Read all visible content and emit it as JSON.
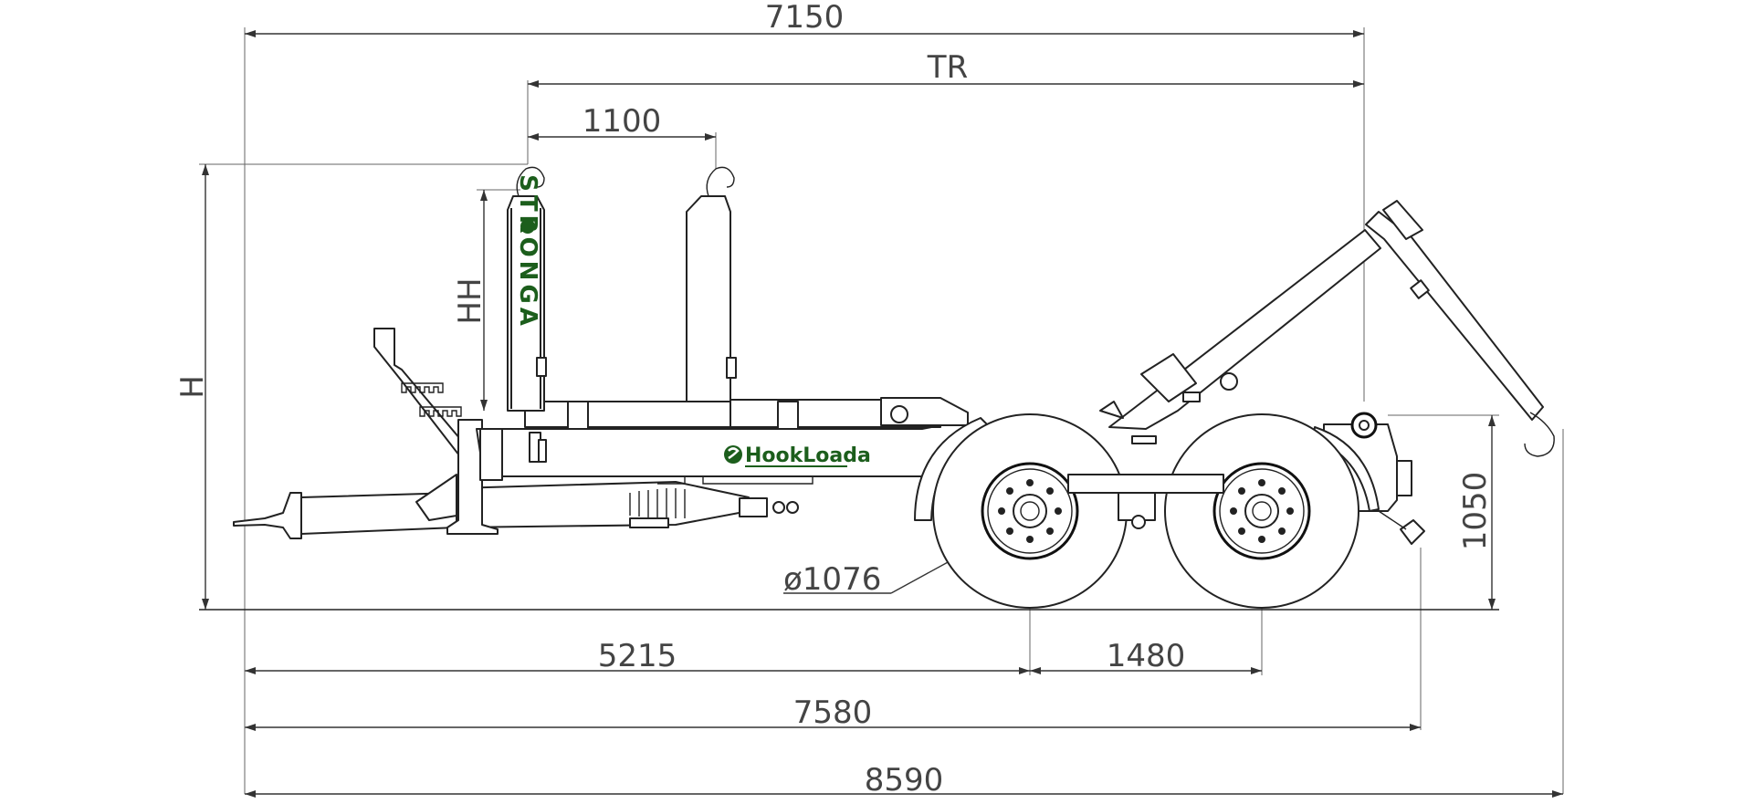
{
  "dimensions": {
    "overall_length_top": "7150",
    "tr": "TR",
    "bar_spacing": "1100",
    "hh": "HH",
    "h": "H",
    "hook_height": "1050",
    "wheel_diameter": "ø1076",
    "drawbar_to_axle": "5215",
    "axle_spacing": "1480",
    "length_7580": "7580",
    "overall_length_bottom": "8590"
  },
  "branding": {
    "column_label": "STRONGA",
    "side_logo": "HookLoada"
  },
  "colors": {
    "brand_green": "#1c5e1c",
    "line": "#222222",
    "dimension": "#444444"
  }
}
